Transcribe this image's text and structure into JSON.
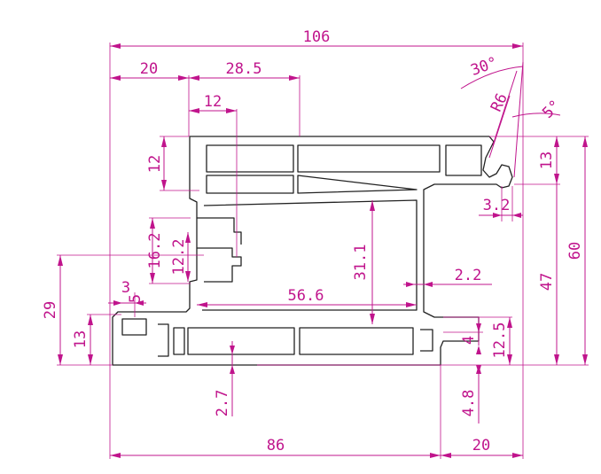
{
  "colors": {
    "dimension": "#c0148c",
    "profile": "#222222",
    "background": "#ffffff"
  },
  "dims": {
    "d106": "106",
    "d20_top": "20",
    "d28_5": "28.5",
    "d12_top": "12",
    "d30deg": "30°",
    "dR6": "R6",
    "d5deg": "5°",
    "d12_left": "12",
    "d13_right": "13",
    "d3_2": "3.2",
    "d60": "60",
    "d47": "47",
    "d16_2": "16.2",
    "d12_2": "12.2",
    "d31_1": "31.1",
    "d2_2": "2.2",
    "d29": "29",
    "d13_left": "13",
    "d3_small": "3",
    "d5_small": "5",
    "d56_6": "56.6",
    "d4": "4",
    "d12_5": "12.5",
    "d2_7": "2.7",
    "d4_8": "4.8",
    "d86": "86",
    "d20_bottom": "20"
  }
}
